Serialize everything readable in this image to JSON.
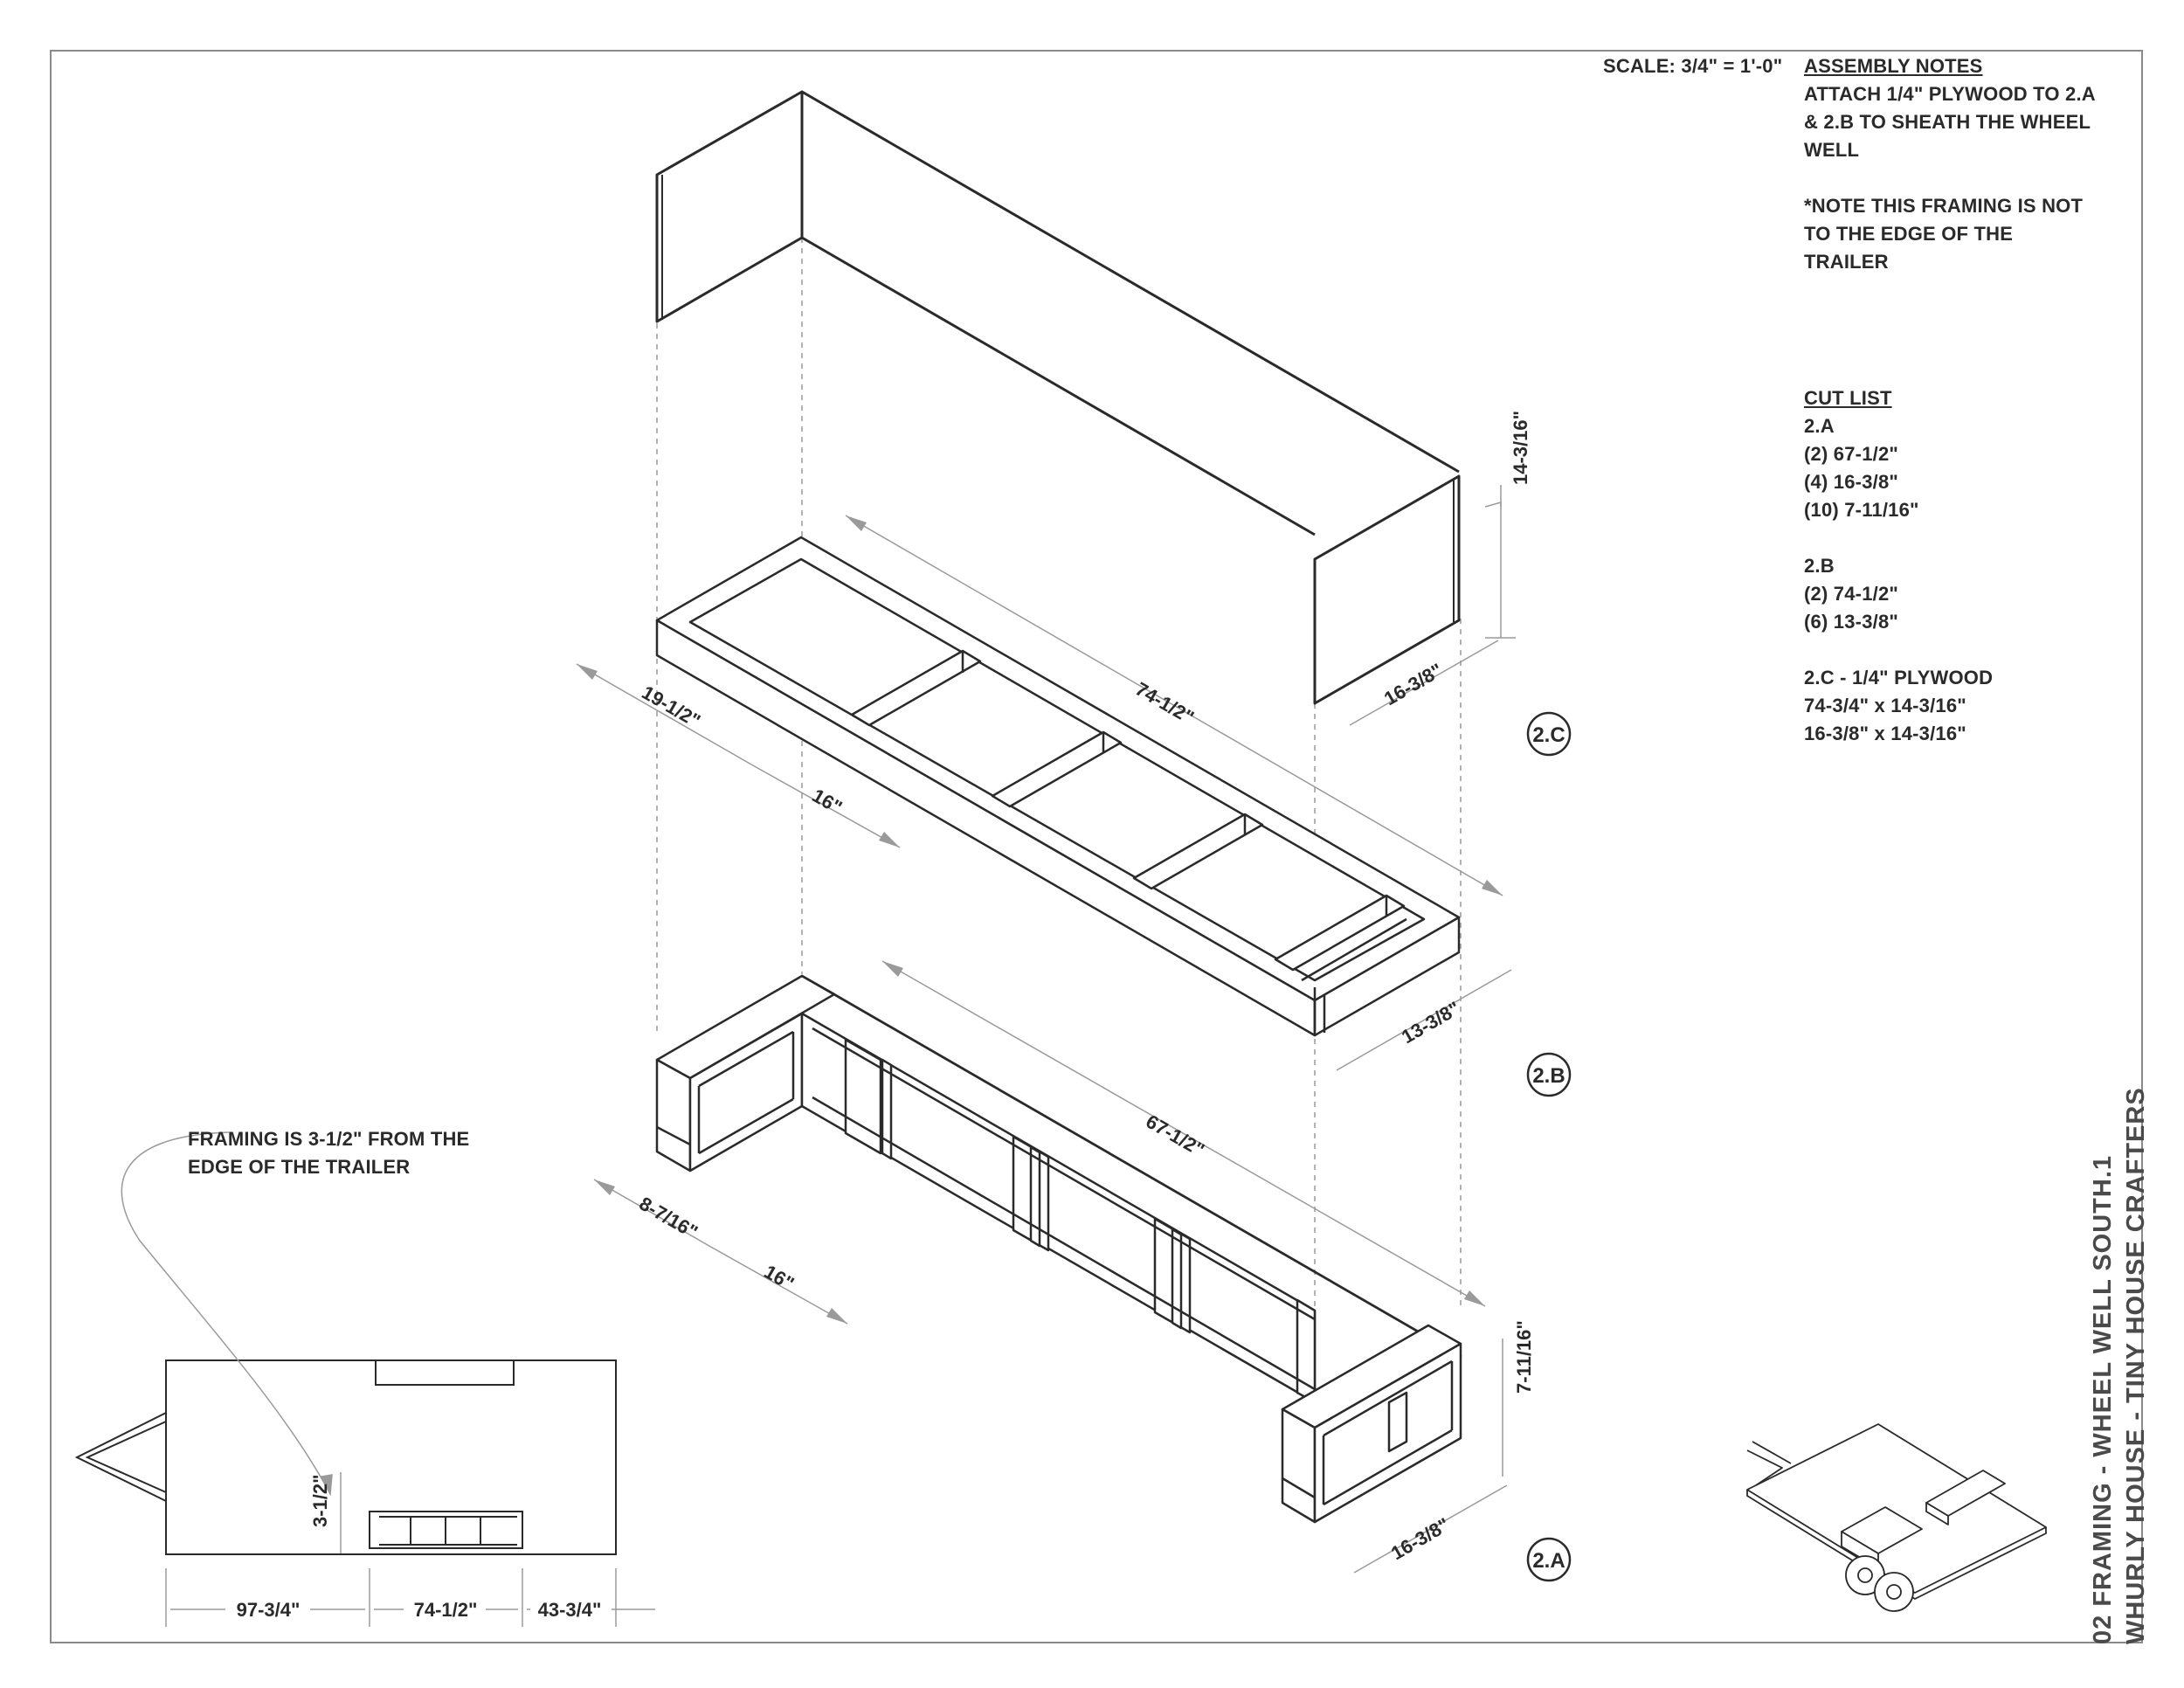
{
  "scale": "SCALE: 3/4\" = 1'-0\"",
  "assembly_notes": {
    "heading": "ASSEMBLY NOTES",
    "lines": [
      "ATTACH 1/4\" PLYWOOD TO 2.A",
      "& 2.B TO SHEATH THE WHEEL",
      "WELL",
      "",
      "*NOTE THIS FRAMING IS NOT",
      "TO THE EDGE OF THE",
      "TRAILER"
    ]
  },
  "cut_list": {
    "heading": "CUT LIST",
    "lines": [
      "2.A",
      "(2) 67-1/2\"",
      "(4) 16-3/8\"",
      "(10) 7-11/16\"",
      "",
      "2.B",
      "(2) 74-1/2\"",
      "(6) 13-3/8\"",
      "",
      "2.C - 1/4\" PLYWOOD",
      "74-3/4\" x 14-3/16\"",
      "16-3/8\" x 14-3/16\""
    ]
  },
  "framing_note": [
    "FRAMING  IS 3-1/2\" FROM  THE",
    "EDGE OF THE TRAILER"
  ],
  "labels": {
    "c": "2.C",
    "b": "2.B",
    "a": "2.A"
  },
  "dimensions": {
    "c_height": "14-3/16\"",
    "c_width": "16-3/8\"",
    "b_length": "74-1/2\"",
    "b_width": "19-1/2\"",
    "b_spacing": "16\"",
    "b_depth": "13-3/8\"",
    "a_length": "67-1/2\"",
    "a_width": "8-7/16\"",
    "a_spacing": "16\"",
    "a_height": "7-11/16\"",
    "a_depth": "16-3/8\"",
    "plan_offset": "3-1/2\"",
    "plan_left": "97-3/4\"",
    "plan_mid": "74-1/2\"",
    "plan_right": "43-3/4\""
  },
  "title_block": [
    "02 FRAMING - WHEEL WELL SOUTH.1",
    "WHURLY HOUSE - TINY HOUSE CRAFTERS"
  ]
}
